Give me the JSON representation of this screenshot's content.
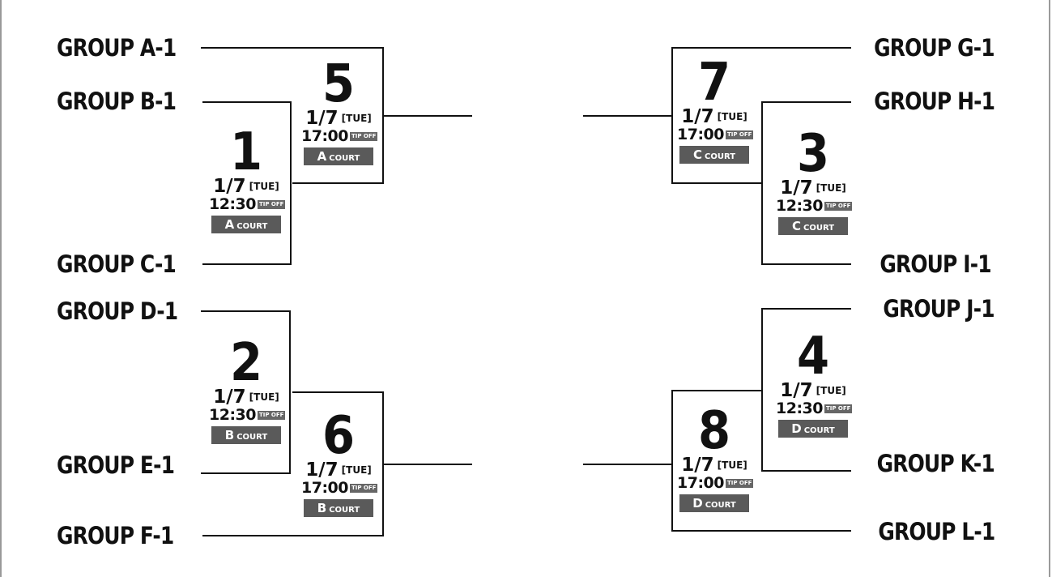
{
  "teams_left": [
    "GROUP A-1",
    "GROUP B-1",
    "GROUP C-1",
    "GROUP D-1",
    "GROUP E-1",
    "GROUP F-1"
  ],
  "teams_right": [
    "GROUP G-1",
    "GROUP H-1",
    "GROUP I-1",
    "GROUP J-1",
    "GROUP K-1",
    "GROUP L-1"
  ],
  "games": {
    "g5": {
      "number": "5",
      "date": "1/7",
      "day": "[TUE]",
      "time": "17:00",
      "tip": "TIP OFF",
      "court": "A",
      "court_suffix": "COURT"
    },
    "g1": {
      "number": "1",
      "date": "1/7",
      "day": "[TUE]",
      "time": "12:30",
      "tip": "TIP OFF",
      "court": "A",
      "court_suffix": "COURT"
    },
    "g2": {
      "number": "2",
      "date": "1/7",
      "day": "[TUE]",
      "time": "12:30",
      "tip": "TIP OFF",
      "court": "B",
      "court_suffix": "COURT"
    },
    "g6": {
      "number": "6",
      "date": "1/7",
      "day": "[TUE]",
      "time": "17:00",
      "tip": "TIP OFF",
      "court": "B",
      "court_suffix": "COURT"
    },
    "g7": {
      "number": "7",
      "date": "1/7",
      "day": "[TUE]",
      "time": "17:00",
      "tip": "TIP OFF",
      "court": "C",
      "court_suffix": "COURT"
    },
    "g3": {
      "number": "3",
      "date": "1/7",
      "day": "[TUE]",
      "time": "12:30",
      "tip": "TIP OFF",
      "court": "C",
      "court_suffix": "COURT"
    },
    "g4": {
      "number": "4",
      "date": "1/7",
      "day": "[TUE]",
      "time": "12:30",
      "tip": "TIP OFF",
      "court": "D",
      "court_suffix": "COURT"
    },
    "g8": {
      "number": "8",
      "date": "1/7",
      "day": "[TUE]",
      "time": "17:00",
      "tip": "TIP OFF",
      "court": "D",
      "court_suffix": "COURT"
    }
  },
  "colors": {
    "line": "#111111",
    "badge": "#5a5a5a",
    "frame": "#9a9a9a"
  }
}
